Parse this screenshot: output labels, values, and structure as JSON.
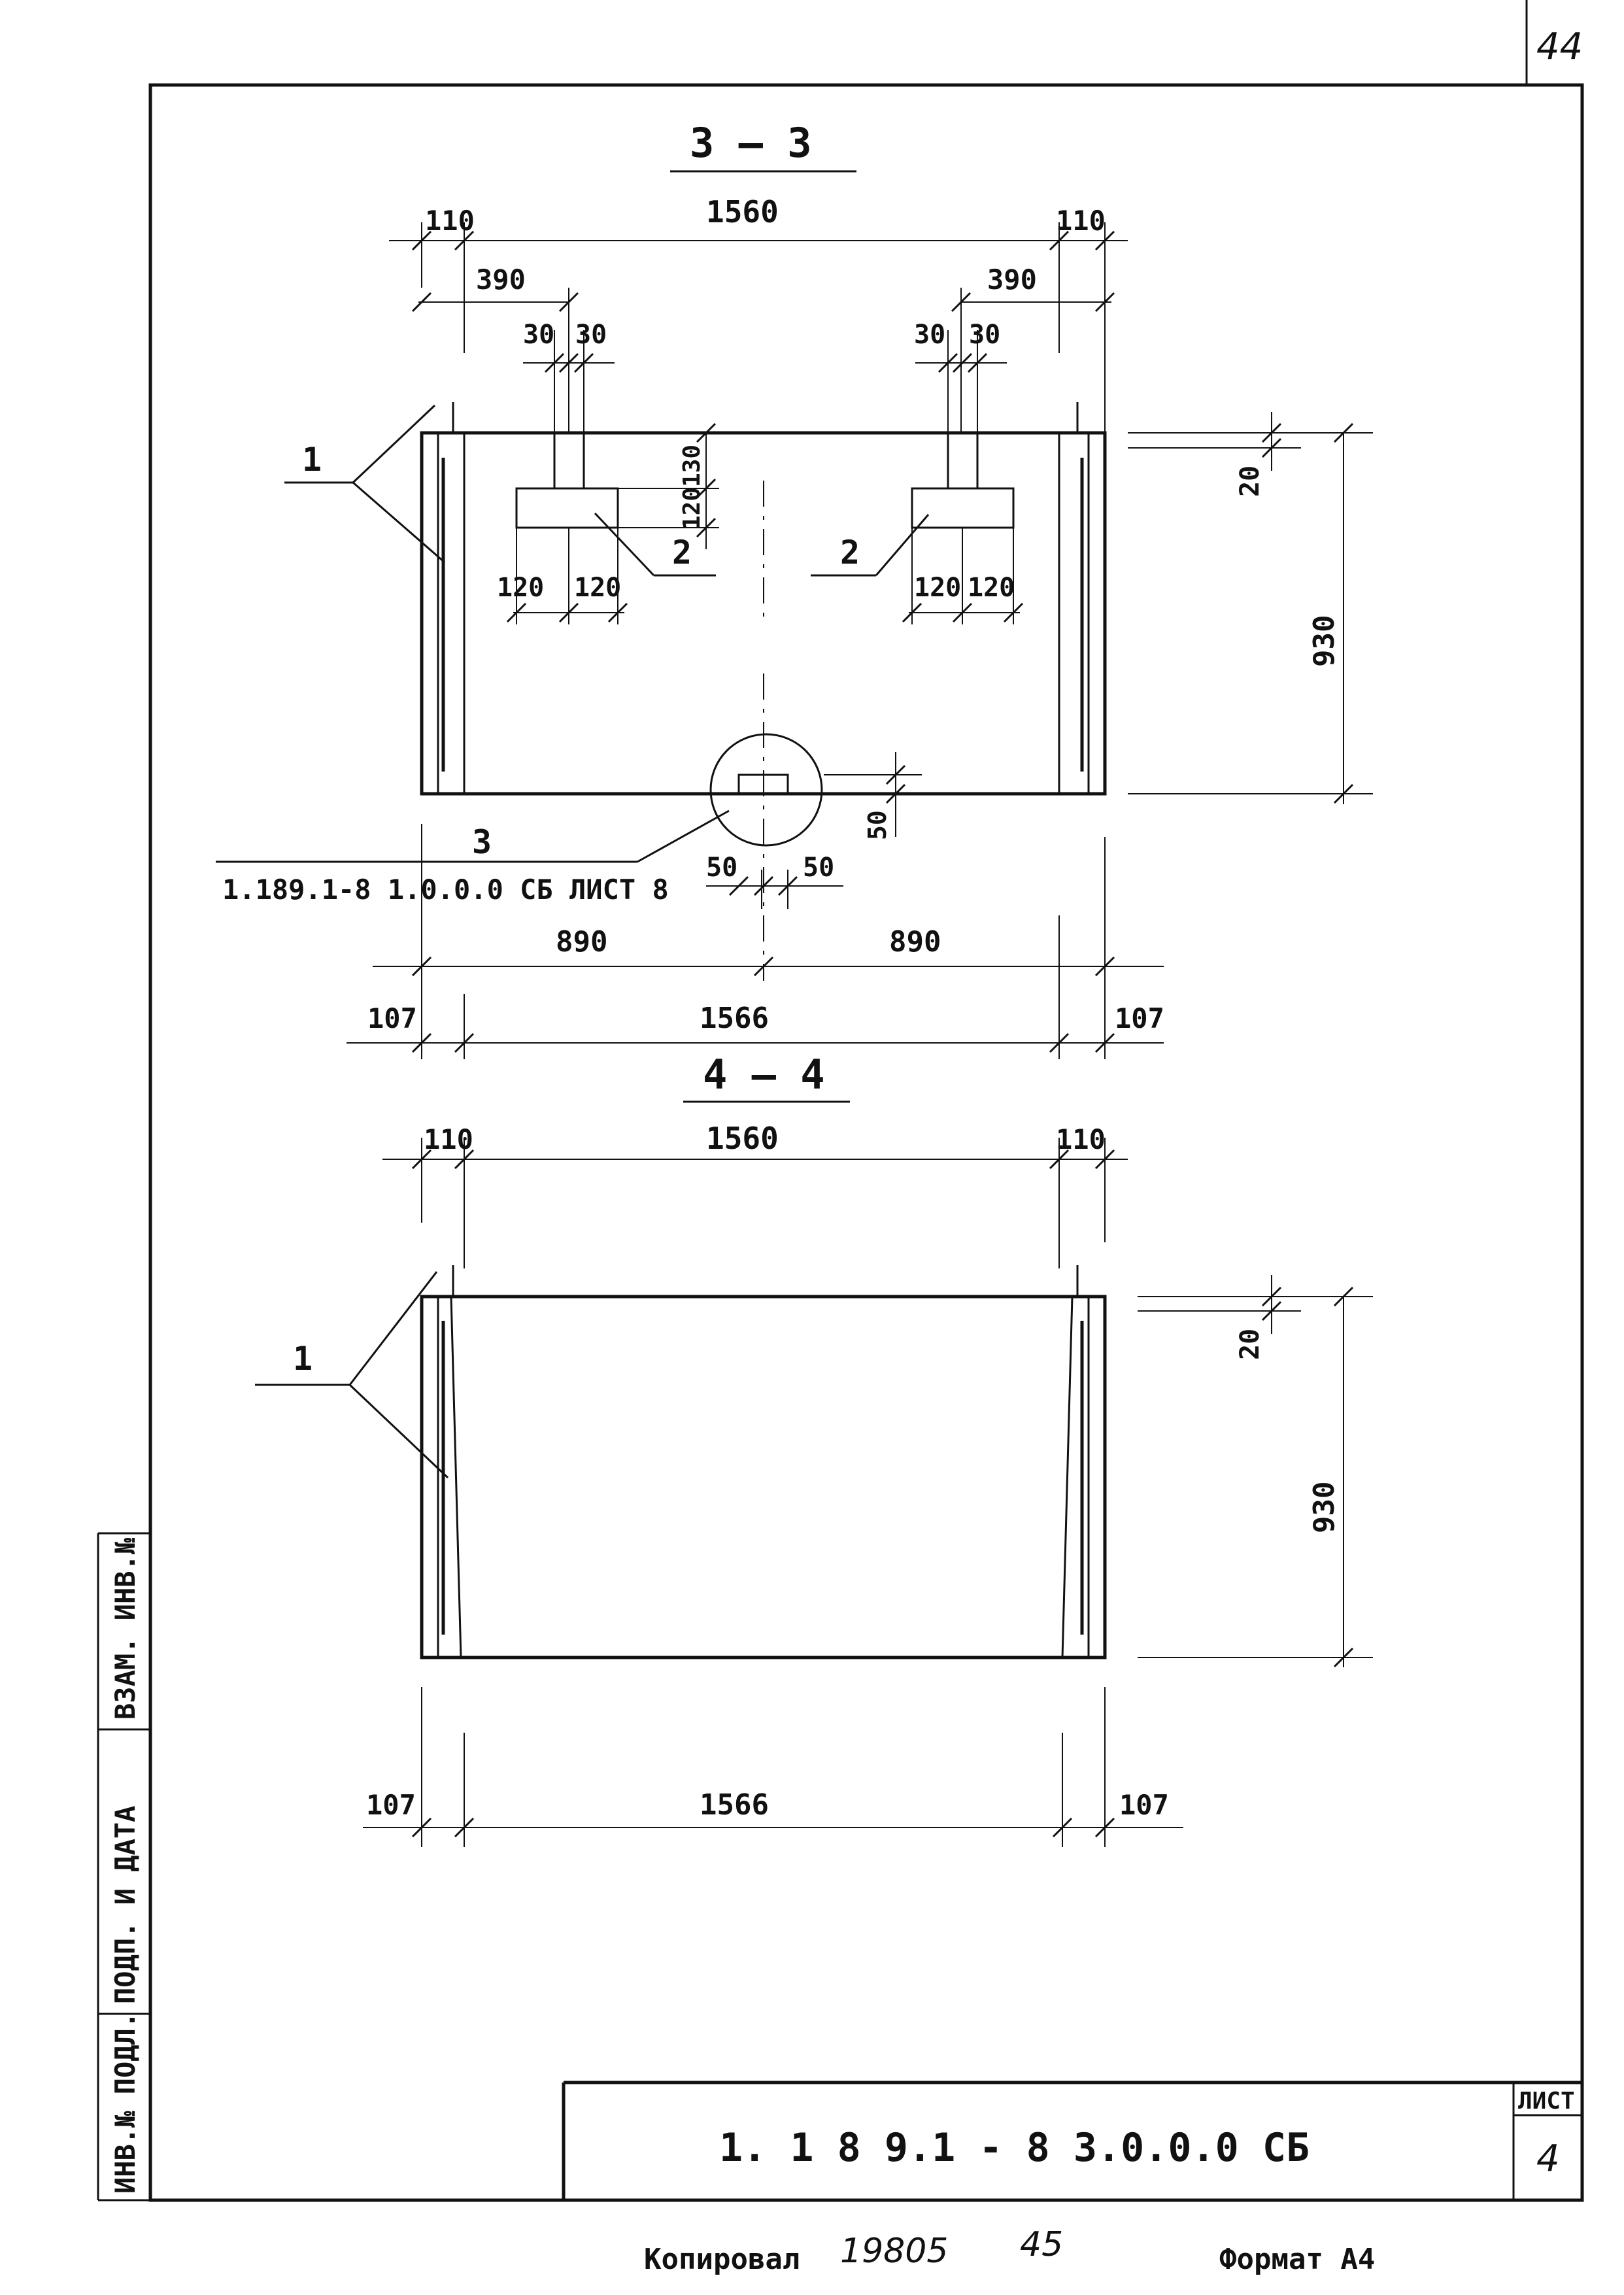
{
  "page": {
    "sheet_corner_number": "44"
  },
  "section_3": {
    "title": "3 — 3",
    "dims": {
      "overall_width": "1560",
      "edge_left": "110",
      "edge_right": "110",
      "offset_left": "390",
      "offset_right": "390",
      "slot_left_a": "30",
      "slot_left_b": "30",
      "slot_right_a": "30",
      "slot_right_b": "30",
      "block_height": "120",
      "block_top": "130",
      "block_left_a": "120",
      "block_left_b": "120",
      "block_right_a": "120",
      "block_right_b": "120",
      "top_offset": "20",
      "height": "930",
      "notch_height": "50",
      "notch_left": "50",
      "notch_right": "50",
      "half_left": "890",
      "half_right": "890",
      "bottom_edge_left": "107",
      "bottom_width": "1566",
      "bottom_edge_right": "107"
    },
    "callouts": {
      "item1": "1",
      "item2_left": "2",
      "item2_right": "2",
      "node_number": "3",
      "node_reference": "1.189.1-8  1.0.0.0 СБ ЛИСТ 8"
    }
  },
  "section_4": {
    "title": "4 — 4",
    "dims": {
      "overall_width": "1560",
      "edge_left": "110",
      "edge_right": "110",
      "top_offset": "20",
      "height": "930",
      "bottom_edge_left": "107",
      "bottom_width": "1566",
      "bottom_edge_right": "107"
    },
    "callouts": {
      "item1": "1"
    }
  },
  "side_stamp": {
    "inv_orig": "ИНВ.№ ПОДЛ.",
    "sign_date": "ПОДП. И ДАТА",
    "inv_replace": "ВЗАМ. ИНВ.№"
  },
  "title_block": {
    "doc_code": "1. 1 8 9.1 - 8  3.0.0.0 СБ",
    "sheet_label": "ЛИСТ",
    "sheet_number": "4"
  },
  "footer": {
    "copied_label": "Копировал",
    "copy_number": "19805",
    "copy_suffix": "45",
    "format_label": "Формат А4"
  }
}
